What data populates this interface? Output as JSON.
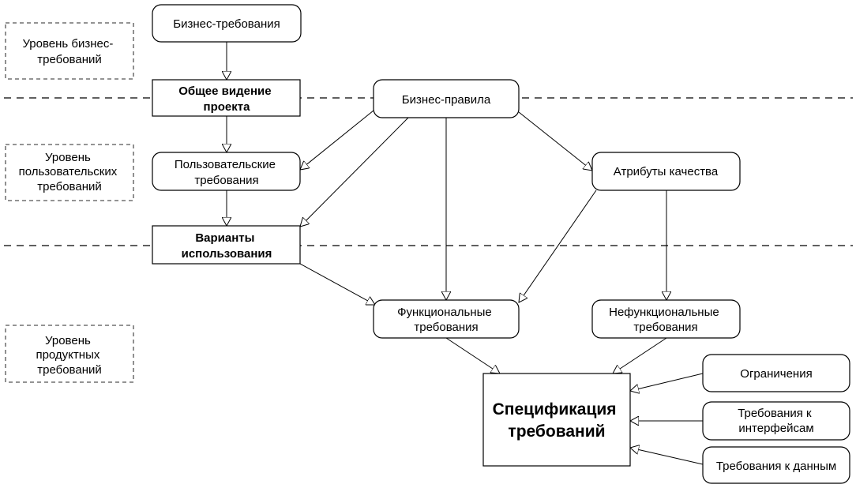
{
  "levels": {
    "business": [
      "Уровень бизнес-",
      "требований"
    ],
    "user": [
      "Уровень",
      "пользовательских",
      "требований"
    ],
    "product": [
      "Уровень",
      "продуктных",
      "требований"
    ]
  },
  "nodes": {
    "business_requirements": [
      "Бизнес-требования"
    ],
    "vision": [
      "Общее видение",
      "проекта"
    ],
    "business_rules": [
      "Бизнес-правила"
    ],
    "user_requirements": [
      "Пользовательские",
      "требования"
    ],
    "quality_attributes": [
      "Атрибуты качества"
    ],
    "use_cases": [
      "Варианты",
      "использования"
    ],
    "functional_requirements": [
      "Функциональные",
      "требования"
    ],
    "nonfunctional_requirements": [
      "Нефункциональные",
      "требования"
    ],
    "specification": [
      "Спецификация",
      "требований"
    ],
    "constraints": [
      "Ограничения"
    ],
    "interface_requirements": [
      "Требования к",
      "интерфейсам"
    ],
    "data_requirements": [
      "Требования к данным"
    ]
  }
}
